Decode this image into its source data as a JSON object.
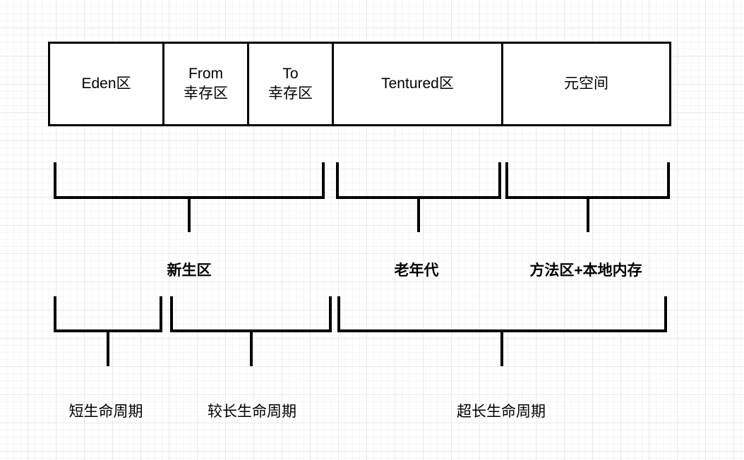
{
  "memory_blocks": [
    {
      "id": "eden",
      "line1": "Eden区",
      "line2": ""
    },
    {
      "id": "from",
      "line1": "From",
      "line2": "幸存区"
    },
    {
      "id": "to",
      "line1": "To",
      "line2": "幸存区"
    },
    {
      "id": "tenured",
      "line1": "Tentured区",
      "line2": ""
    },
    {
      "id": "metaspace",
      "line1": "元空间",
      "line2": ""
    }
  ],
  "regions": {
    "young": "新生区",
    "old": "老年代",
    "method_area": "方法区+本地内存"
  },
  "lifecycles": {
    "short": "短生命周期",
    "longer": "较长生命周期",
    "very_long": "超长生命周期"
  }
}
